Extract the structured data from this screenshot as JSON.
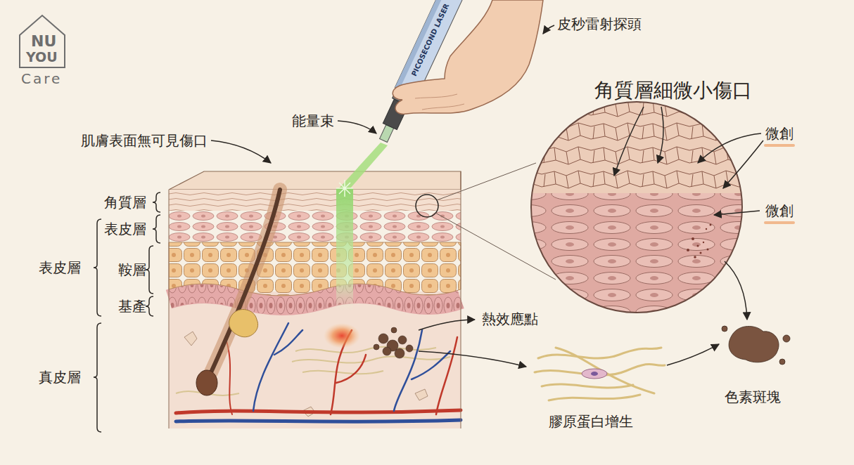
{
  "diagram": {
    "labels": [
      "NU",
      "YOU",
      "Care",
      "PICOSECOND LASER",
      "皮秒雷射探頭",
      "角質層細微小傷口",
      "能量束",
      "微創",
      "肌膚表面無可見傷口",
      "微創",
      "角質層",
      "表皮層",
      "表皮層",
      "鞍層",
      "基產",
      "熱效應點",
      "真皮層",
      "膠原蛋白增生",
      "色素斑塊"
    ]
  }
}
